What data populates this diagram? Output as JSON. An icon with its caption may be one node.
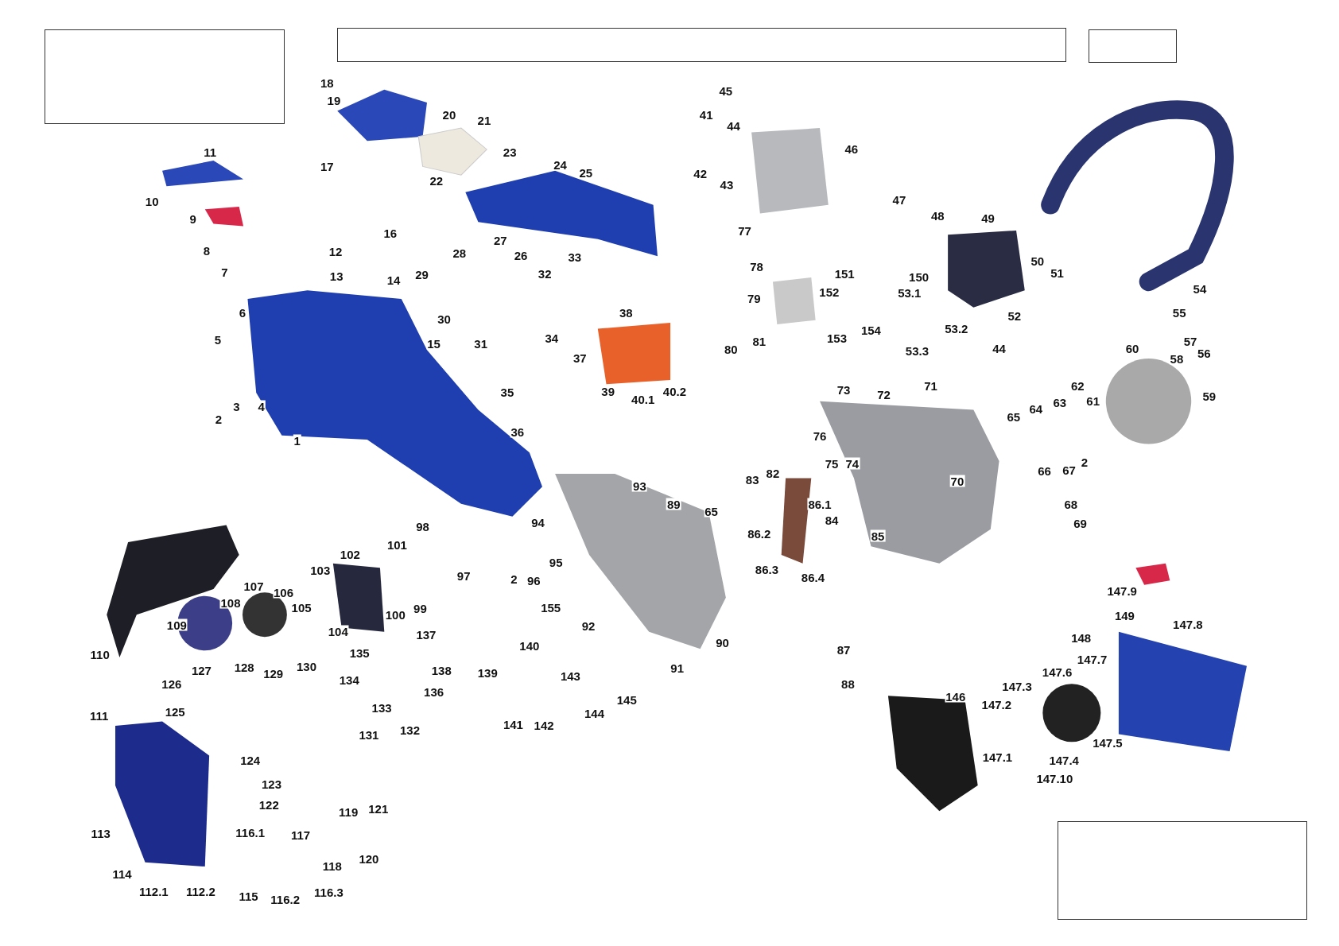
{
  "diagram": {
    "labels": [
      "18",
      "19",
      "20",
      "21",
      "11",
      "17",
      "23",
      "24",
      "25",
      "22",
      "10",
      "9",
      "16",
      "27",
      "8",
      "12",
      "28",
      "26",
      "33",
      "7",
      "13",
      "14",
      "29",
      "32",
      "6",
      "30",
      "31",
      "34",
      "38",
      "5",
      "15",
      "37",
      "35",
      "39",
      "40.1",
      "40.2",
      "2",
      "3",
      "4",
      "1",
      "36",
      "45",
      "41",
      "44",
      "46",
      "42",
      "43",
      "47",
      "48",
      "49",
      "77",
      "78",
      "79",
      "151",
      "150",
      "50",
      "51",
      "152",
      "53.1",
      "54",
      "55",
      "52",
      "80",
      "81",
      "153",
      "154",
      "53.2",
      "53.3",
      "44",
      "60",
      "57",
      "58",
      "56",
      "59",
      "62",
      "64",
      "63",
      "61",
      "65",
      "73",
      "72",
      "71",
      "76",
      "75",
      "74",
      "83",
      "82",
      "66",
      "67",
      "2",
      "70",
      "86.1",
      "68",
      "93",
      "89",
      "65",
      "94",
      "84",
      "69",
      "86.2",
      "85",
      "98",
      "101",
      "102",
      "97",
      "86.3",
      "86.4",
      "103",
      "95",
      "2",
      "96",
      "107",
      "106",
      "108",
      "99",
      "147.9",
      "155",
      "100",
      "105",
      "104",
      "109",
      "92",
      "149",
      "147.8",
      "137",
      "148",
      "140",
      "90",
      "110",
      "87",
      "135",
      "147.7",
      "127",
      "128",
      "129",
      "130",
      "138",
      "139",
      "91",
      "134",
      "147.6",
      "126",
      "88",
      "143",
      "136",
      "145",
      "146",
      "147.3",
      "111",
      "125",
      "131",
      "133",
      "132",
      "141",
      "142",
      "144",
      "147.2",
      "147.5",
      "124",
      "147.1",
      "147.4",
      "147.10",
      "123",
      "122",
      "119",
      "121",
      "113",
      "116.1",
      "117",
      "120",
      "118",
      "114",
      "112.1",
      "112.2",
      "115",
      "116.2",
      "116.3"
    ]
  }
}
